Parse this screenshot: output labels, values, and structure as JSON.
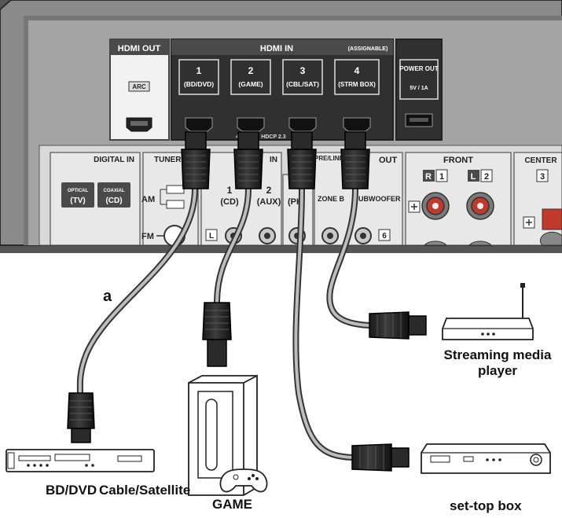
{
  "panel": {
    "hdmi_out": {
      "title": "HDMI OUT",
      "arc": "ARC"
    },
    "hdmi_in": {
      "title": "HDMI IN",
      "subtitle": "(ASSIGNABLE)",
      "inputs": [
        {
          "num": "1",
          "name": "(BD/DVD)"
        },
        {
          "num": "2",
          "name": "(GAME)"
        },
        {
          "num": "3",
          "name": "(CBL/SAT)"
        },
        {
          "num": "4",
          "name": "(STRM BOX)"
        }
      ],
      "version_text": "4K HDR · HDCP 2.3"
    },
    "power_out": {
      "title": "POWER OUT",
      "spec": "5V / 1A"
    },
    "digital_in": {
      "title": "DIGITAL IN",
      "optical": "OPTICAL",
      "optical_name": "(TV)",
      "coaxial": "COAXIAL",
      "coaxial_name": "(CD)"
    },
    "tuner": {
      "title": "TUNER",
      "am": "AM",
      "fm": "FM"
    },
    "audio_in": {
      "title": "IN",
      "input1": "1",
      "input1_name": "(CD)",
      "input2": "2",
      "input2_name": "(AUX)",
      "input3_name": "(PH"
    },
    "pre_out": {
      "title": "PRE/LINE OUT",
      "zone_b": "ZONE B",
      "subwoofer": "SUBWOOFER"
    },
    "out_title": "OUT",
    "channel_l": "L",
    "channel_num": "6",
    "front": {
      "title": "FRONT",
      "right": "R",
      "right_num": "1",
      "left": "L",
      "left_num": "2"
    },
    "center": {
      "title": "CENTER",
      "num": "3"
    }
  },
  "callout": "a",
  "devices": {
    "bd_dvd": "BD/DVD",
    "cable_satellite": "Cable/Satellite",
    "game": "GAME",
    "streaming_line1": "Streaming media",
    "streaming_line2": "player",
    "set_top_box": "set-top box"
  }
}
